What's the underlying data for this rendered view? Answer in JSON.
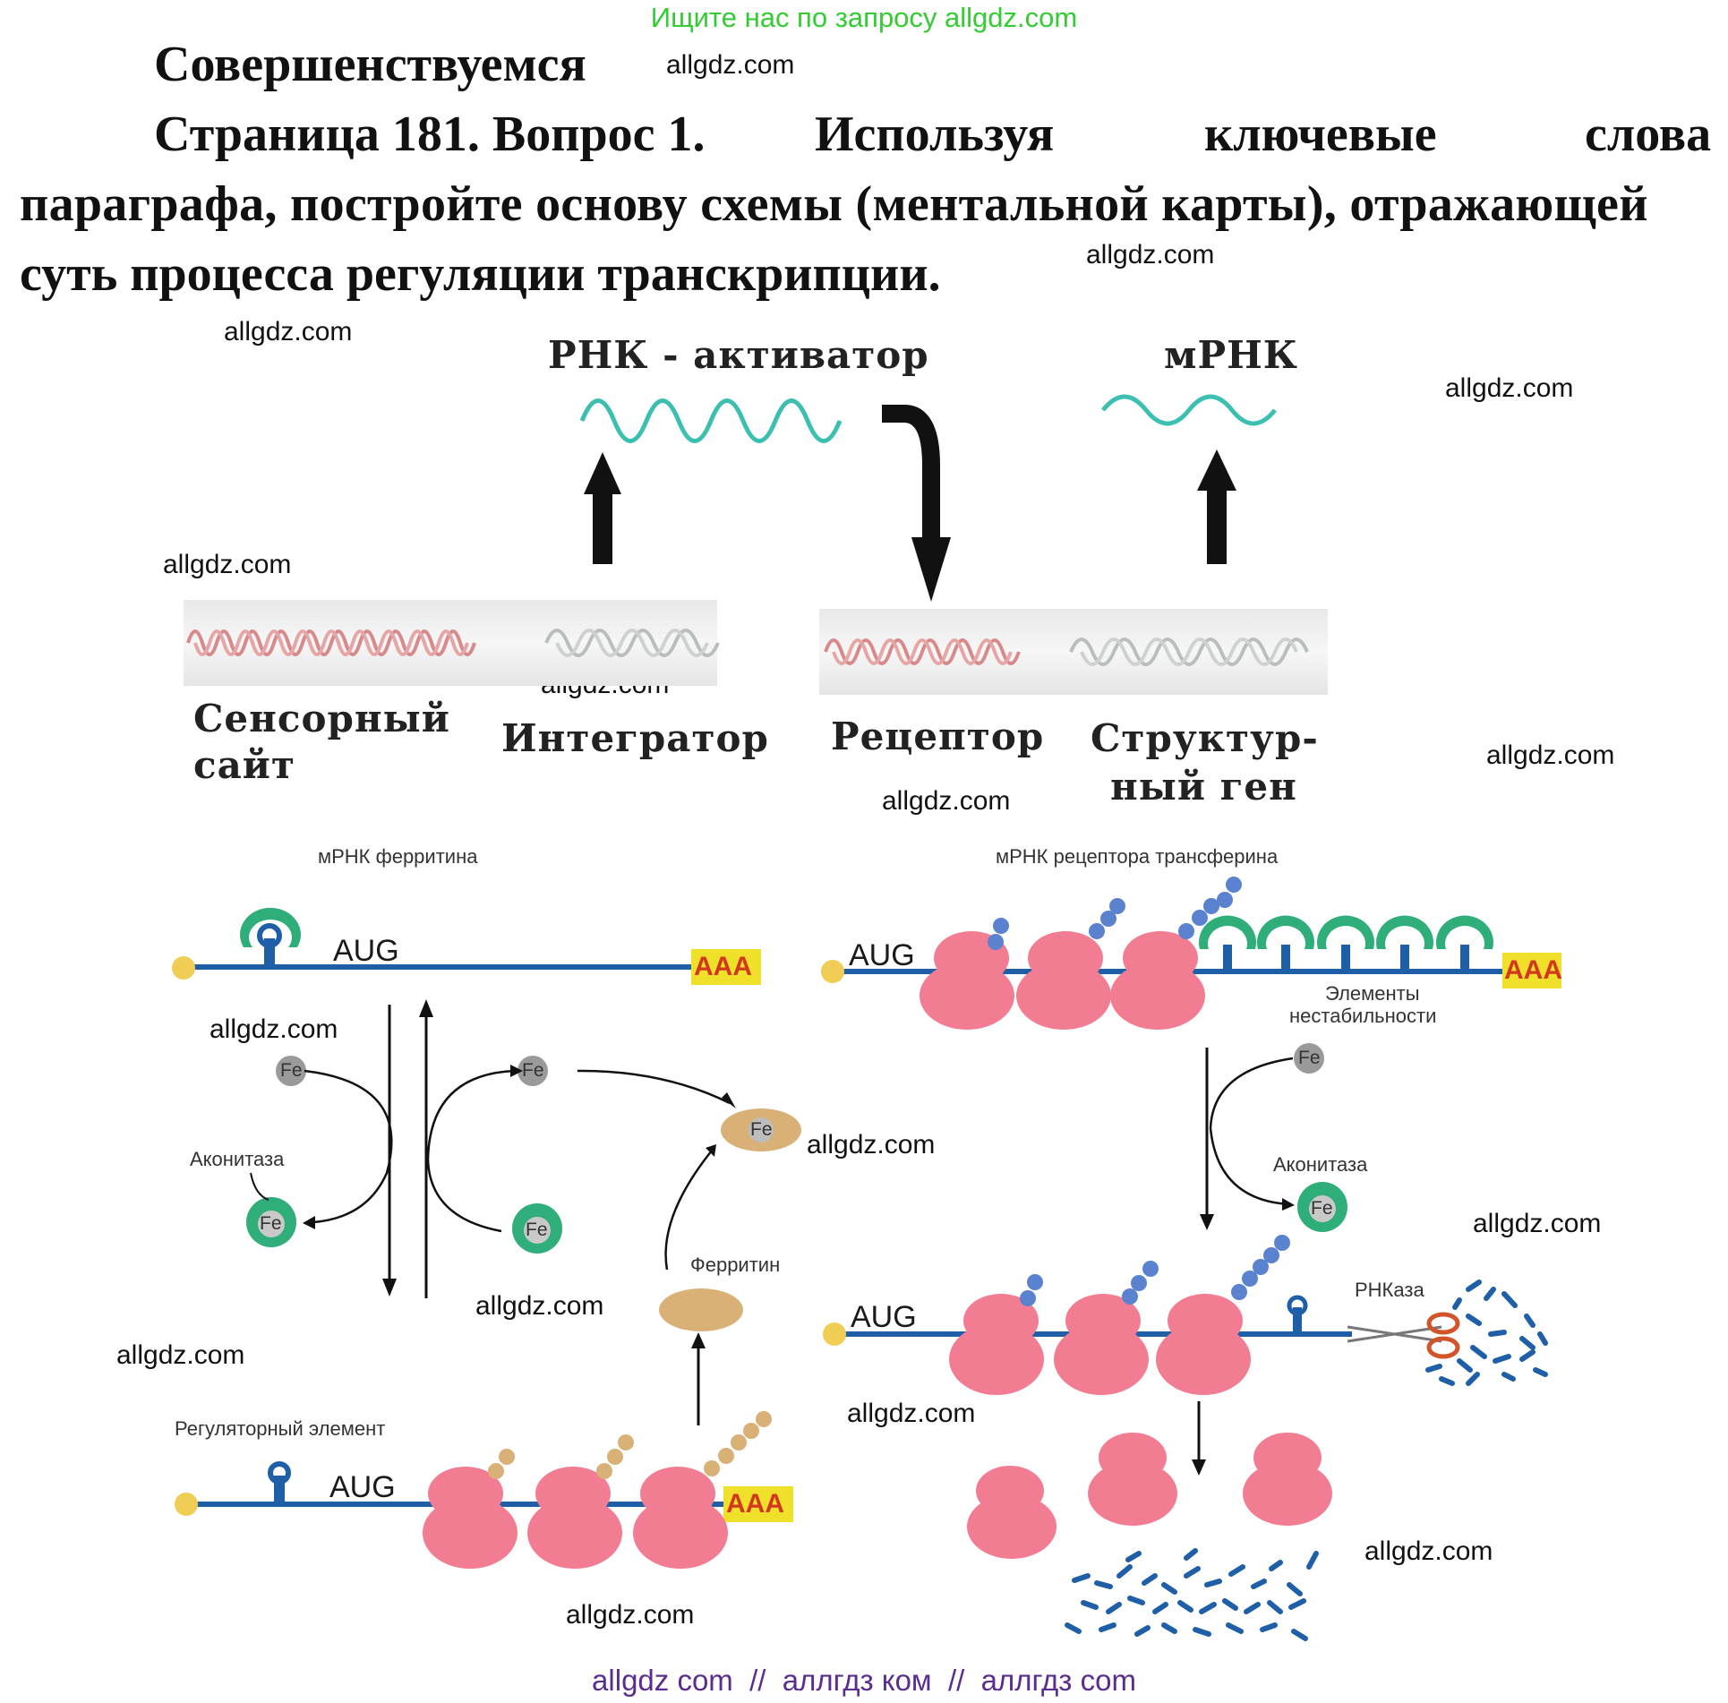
{
  "banner": "Ищите нас по запросу allgdz.com",
  "section_title": "Совершенствуемся",
  "question": {
    "lead": "Страница 181. Вопрос 1.",
    "w1": "Используя",
    "w2": "ключевые",
    "w3": "слова",
    "line2": "параграфа, постройте основу схемы (ментальной карты), отражающей",
    "line3": "суть процесса регуляции транскрипции."
  },
  "watermark": "allgdz.com",
  "footer": "allgdz com  //  аллгдз ком  //  аллгдз com",
  "scheme_top": {
    "rna_activator": "РНК - активатор",
    "mrna": "мРНК",
    "sensor_l1": "Сенсорный",
    "sensor_l2": "сайт",
    "integrator": "Интегратор",
    "receptor": "Рецептор",
    "struct_l1": "Структур-",
    "struct_l2": "ный ген"
  },
  "scheme_bottom": {
    "ferritin_mrna": "мРНК ферритина",
    "tfr_mrna": "мРНК рецептора трансферина",
    "aug": "AUG",
    "aaa": "AAA",
    "fe": "Fe",
    "aconitase": "Аконитаза",
    "ferritin": "Ферритин",
    "reg_element": "Регуляторный элемент",
    "instab_l1": "Элементы",
    "instab_l2": "нестабильности",
    "rnase": "РНКаза"
  },
  "colors": {
    "banner": "#33cc33",
    "footer": "#5b2d8e",
    "wave": "#3bbfb0",
    "ribosome": "#f27d92",
    "strand": "#1f5fa8",
    "aconitase": "#2fae7a",
    "ferritin": "#d9b177",
    "aaa_box": "#f0e02a"
  }
}
